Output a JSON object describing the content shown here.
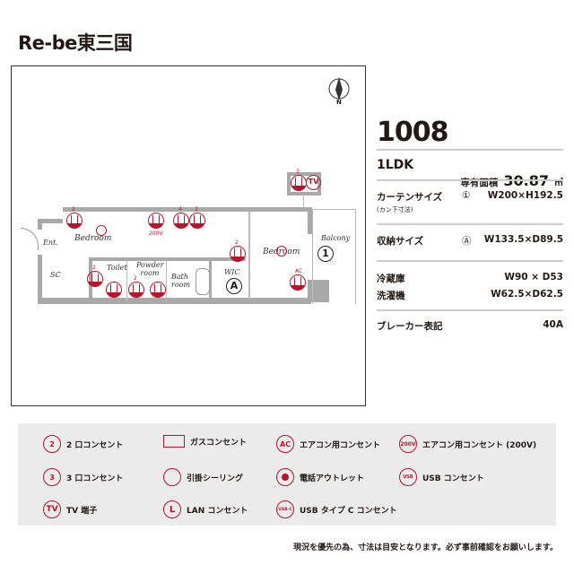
{
  "title": "Re-be東三国",
  "plan": {
    "compass_label": "N",
    "rooms": {
      "bedroom1": "Bedroom",
      "bedroom2": "Bedroom",
      "ent": "Ent.",
      "sc": "SC",
      "toilet": "Toilet",
      "powder": "Powder room",
      "bath": "Bath room",
      "wic": "WIC",
      "balcony": "Balcony"
    },
    "marks": {
      "curtain": "1",
      "storage": "A",
      "tv": "TV",
      "v200": "200V",
      "ac": "AC",
      "two": "2",
      "three": "3",
      "four": "4"
    }
  },
  "unit": {
    "number": "1008",
    "layout": "1LDK",
    "area_label": "専有面積",
    "area_value": "30.87",
    "area_unit": "㎡",
    "curtain_label": "カーテンサイズ",
    "curtain_sub": "(カン下寸法)",
    "curtain_mark": "①",
    "curtain_value": "W200×H192.5",
    "storage_label": "収納サイズ",
    "storage_mark": "Ⓐ",
    "storage_value": "W133.5×D89.5",
    "fridge_label": "冷蔵庫",
    "fridge_value": "W90 × D53",
    "washer_label": "洗濯機",
    "washer_value": "W62.5×D62.5",
    "breaker_label": "ブレーカー表記",
    "breaker_value": "40A"
  },
  "legend": {
    "items": [
      "2 口コンセント",
      "ガスコンセント",
      "エアコン用コンセント",
      "エアコン用コンセント (200V)",
      "3 口コンセント",
      "引掛シーリング",
      "電話アウトレット",
      "USB コンセント",
      "TV 端子",
      "LAN コンセント",
      "USB タイプ C コンセント"
    ],
    "icons": {
      "two": "2",
      "three": "3",
      "ac": "AC",
      "v200": "200V",
      "tv": "TV",
      "lan": "L",
      "usb": "USB",
      "usbc": "USB-C"
    }
  },
  "note": "現況を優先の為、寸法は目安となります。必ず事前確認をお願いします。",
  "colors": {
    "accent": "#b5162b"
  }
}
